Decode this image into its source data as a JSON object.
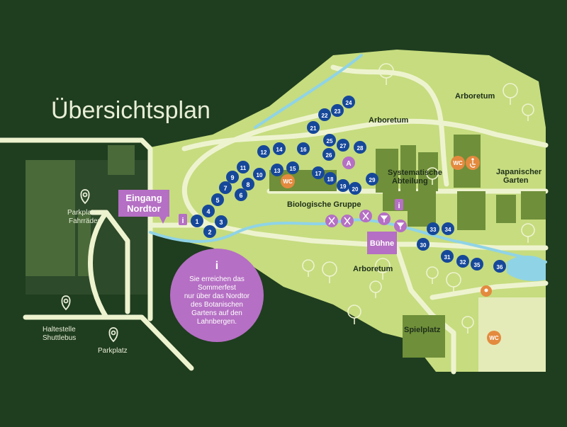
{
  "title": "Übersichtsplan",
  "colors": {
    "background": "#1f3d1f",
    "park": "#c6dc7f",
    "path": "#eef3cf",
    "building": "#6f8f3a",
    "water": "#8fd3e6",
    "marker": "#16489a",
    "purple": "#b56fc4",
    "orange": "#e38a3f"
  },
  "areas": {
    "arboretum_north": "Arboretum",
    "arboretum_center": "Arboretum",
    "arboretum_south": "Arboretum",
    "systematic": "Systematische Abteilung",
    "systematic_line1": "Systematische",
    "systematic_line2": "Abteilung",
    "japanese": "Japanischer Garten",
    "japanese_line1": "Japanischer",
    "japanese_line2": "Garten",
    "bio": "Biologische Gruppe",
    "playground": "Spielplatz"
  },
  "entrance": {
    "line1": "Eingang",
    "line2": "Nordtor"
  },
  "stage": "Bühne",
  "parking": {
    "bike_line1": "Parkplatz",
    "bike_line2": "Fahrräder",
    "car": "Parkplatz",
    "shuttle_line1": "Haltestelle",
    "shuttle_line2": "Shuttlebus"
  },
  "info_bubble": {
    "icon": "i",
    "lines": [
      "Sie erreichen das",
      "Sommerfest",
      "nur über das Nordtor",
      "des Botanischen",
      "Gartens auf den",
      "Lahnbergen."
    ]
  },
  "labels": {
    "wc": "WC",
    "a": "A"
  },
  "icons": [
    "info-icon",
    "wc-icon",
    "accessible-icon",
    "food-icon",
    "drink-icon",
    "location-pin-icon",
    "tree-icon"
  ],
  "markers": [
    "1",
    "2",
    "3",
    "4",
    "5",
    "6",
    "7",
    "8",
    "9",
    "10",
    "11",
    "12",
    "13",
    "14",
    "15",
    "16",
    "17",
    "18",
    "19",
    "20",
    "21",
    "22",
    "23",
    "24",
    "25",
    "26",
    "27",
    "28",
    "29",
    "30",
    "31",
    "32",
    "33",
    "34",
    "35",
    "36"
  ]
}
